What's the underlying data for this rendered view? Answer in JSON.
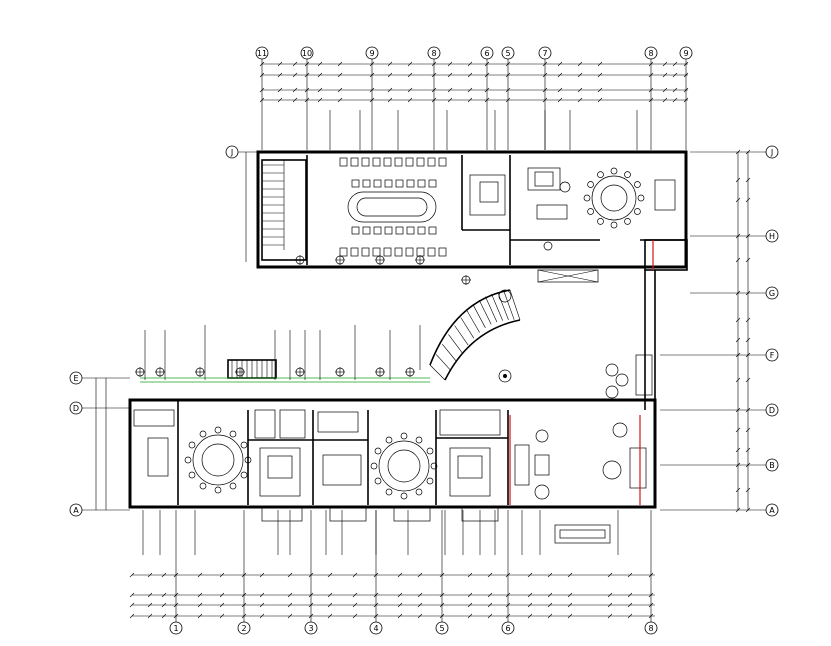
{
  "drawing": {
    "top_axes": [
      "11",
      "10",
      "9",
      "8",
      "6",
      "5",
      "7",
      "8",
      "9"
    ],
    "bottom_axes": [
      "1",
      "2",
      "3",
      "4",
      "5",
      "6",
      "8"
    ],
    "left_axes": [
      "E",
      "D",
      "A"
    ],
    "right_axes": [
      "J",
      "H",
      "G",
      "F",
      "D",
      "B",
      "A"
    ],
    "upper_left_axis": "J",
    "colors": {
      "lines": "#000000",
      "red_accent": "#d01818",
      "green_accent": "#19a019",
      "background": "#ffffff"
    }
  }
}
